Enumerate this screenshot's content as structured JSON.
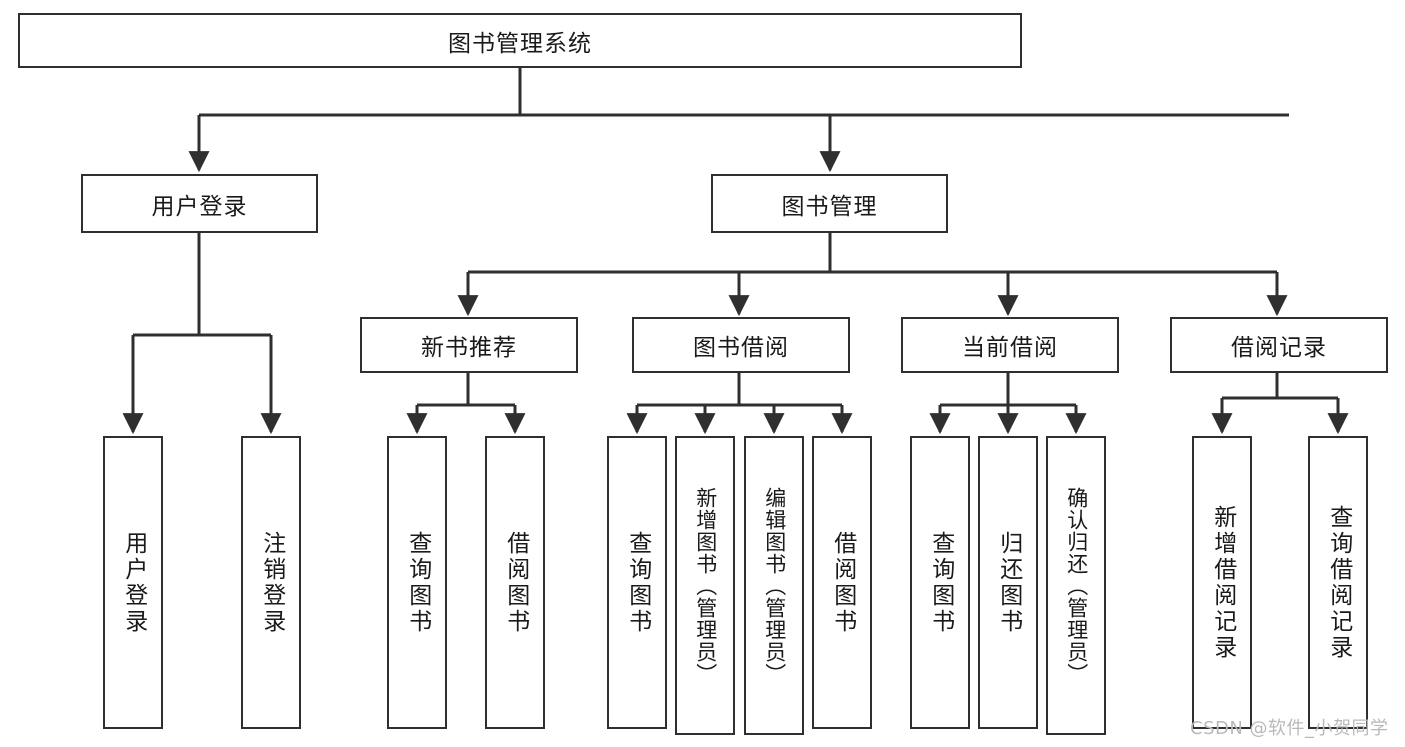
{
  "diagram": {
    "title": "图书管理系统",
    "type": "hierarchy-tree",
    "colors": {
      "background": "#ffffff",
      "border": "#2f2f2f",
      "text": "#1a1a1a",
      "connector": "#2f2f2f",
      "watermark": "#b9b9b9"
    },
    "root": {
      "label": "图书管理系统"
    },
    "level2": [
      {
        "label": "用户登录"
      },
      {
        "label": "图书管理"
      }
    ],
    "level3": [
      {
        "label": "新书推荐"
      },
      {
        "label": "图书借阅"
      },
      {
        "label": "当前借阅"
      },
      {
        "label": "借阅记录"
      }
    ],
    "leaves": {
      "user_login": [
        {
          "label": "用户登录"
        },
        {
          "label": "注销登录"
        }
      ],
      "new_book_recommend": [
        {
          "label": "查询图书"
        },
        {
          "label": "借阅图书"
        }
      ],
      "book_borrow": [
        {
          "label": "查询图书"
        },
        {
          "label": "新增图书（管理员）"
        },
        {
          "label": "编辑图书（管理员）"
        },
        {
          "label": "借阅图书"
        }
      ],
      "current_borrow": [
        {
          "label": "查询图书"
        },
        {
          "label": "归还图书"
        },
        {
          "label": "确认归还（管理员）"
        }
      ],
      "borrow_record": [
        {
          "label": "新增借阅记录"
        },
        {
          "label": "查询借阅记录"
        }
      ]
    },
    "watermark": "CSDN @软件_小贺同学"
  }
}
